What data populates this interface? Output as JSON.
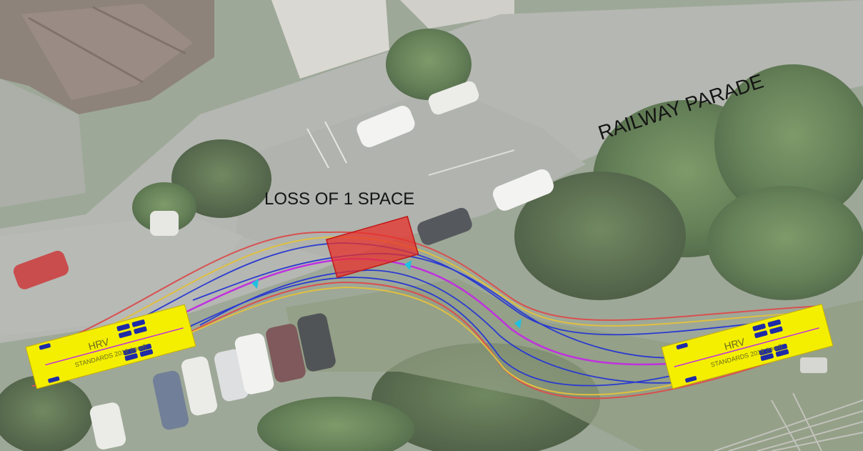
{
  "map": {
    "street_label": "RAILWAY PARADE",
    "annotation": "LOSS OF 1 SPACE",
    "vehicle_left": {
      "label": "HRV",
      "sublabel": "STANDARDS 2018 (mod)"
    },
    "vehicle_right": {
      "label": "HRV",
      "sublabel": "STANDARDS 2018 (mod)"
    }
  },
  "colors": {
    "vehicle_fill": "#f4ef00",
    "loss_box": "#e8302a",
    "envelope_outer": "#d85050",
    "envelope_inner": "#e0c040",
    "wheel_path": "#2a3ad0",
    "centreline": "#c030e0",
    "arrow": "#20c0e0",
    "road": "#a9aca6",
    "vegetation": "#4a6a3a"
  }
}
